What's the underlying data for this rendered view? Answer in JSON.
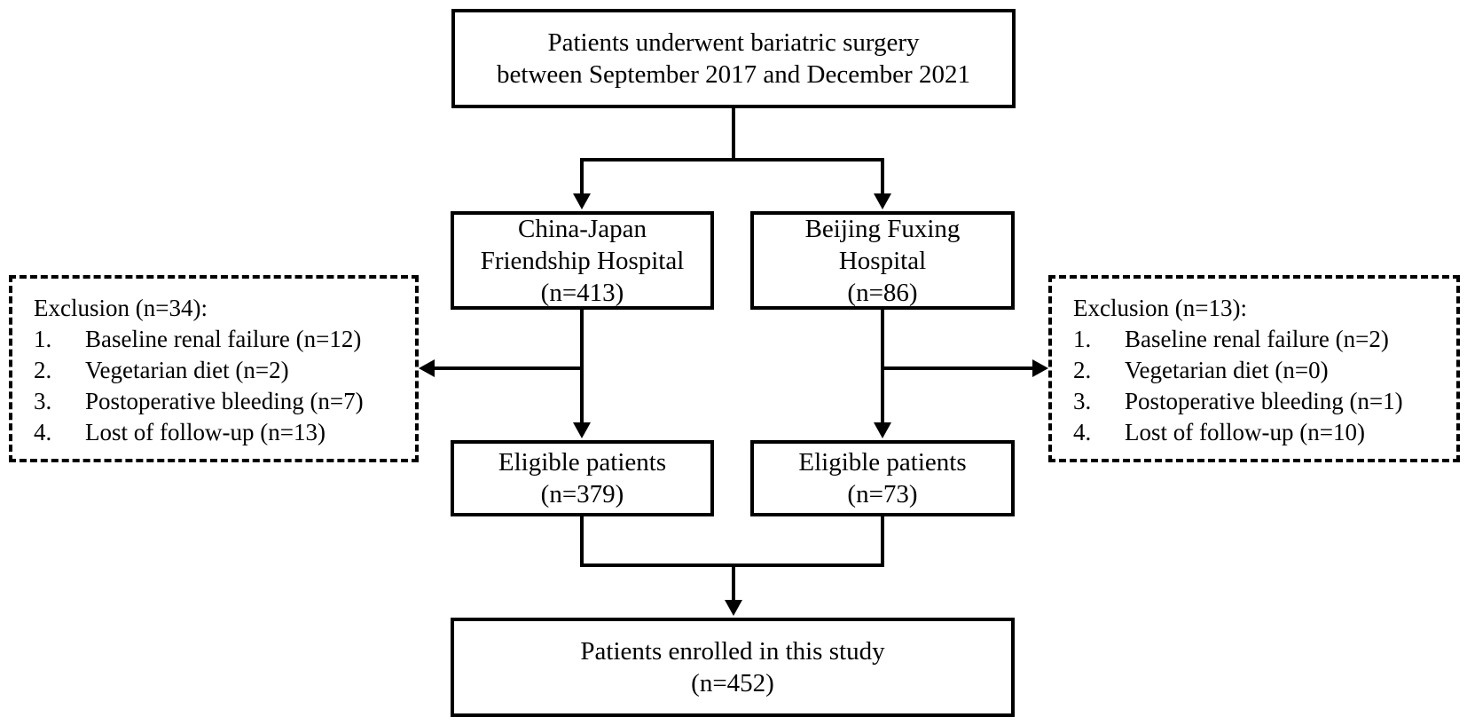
{
  "source": {
    "line1": "Patients underwent bariatric surgery",
    "line2": "between September 2017 and December 2021"
  },
  "hospitals": [
    {
      "line1": "China-Japan",
      "line2": "Friendship Hospital",
      "count": "(n=413)"
    },
    {
      "line1": "Beijing Fuxing",
      "line2": "Hospital",
      "count": "(n=86)"
    }
  ],
  "exclusions": [
    {
      "title": "Exclusion (n=34):",
      "items": [
        {
          "num": "1.",
          "text": "Baseline renal failure (n=12)"
        },
        {
          "num": "2.",
          "text": "Vegetarian diet (n=2)"
        },
        {
          "num": "3.",
          "text": "Postoperative bleeding (n=7)"
        },
        {
          "num": "4.",
          "text": "Lost of follow-up (n=13)"
        }
      ]
    },
    {
      "title": "Exclusion (n=13):",
      "items": [
        {
          "num": "1.",
          "text": "Baseline renal failure (n=2)"
        },
        {
          "num": "2.",
          "text": "Vegetarian diet (n=0)"
        },
        {
          "num": "3.",
          "text": "Postoperative bleeding (n=1)"
        },
        {
          "num": "4.",
          "text": "Lost of follow-up (n=10)"
        }
      ]
    }
  ],
  "eligible": [
    {
      "label": "Eligible patients",
      "count": "(n=379)"
    },
    {
      "label": "Eligible patients",
      "count": "(n=73)"
    }
  ],
  "enrolled": {
    "label": "Patients enrolled in this study",
    "count": "(n=452)"
  }
}
